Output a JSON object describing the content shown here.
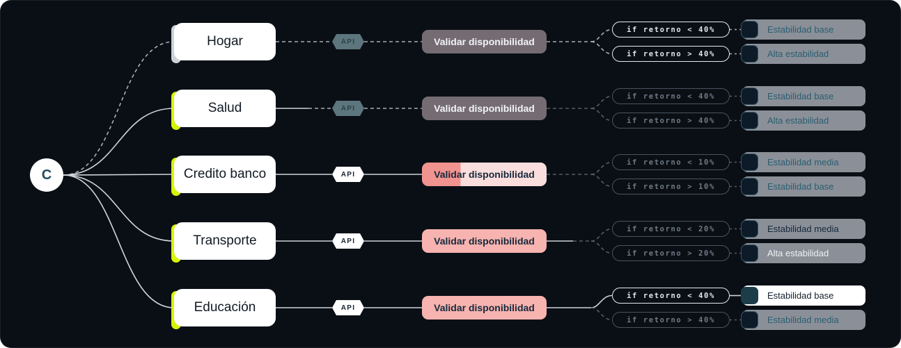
{
  "root": {
    "label": "C"
  },
  "colors": {
    "background": "#0a0f16",
    "accent_lime": "#d6f506",
    "accent_gray": "#ccd2d7",
    "pink": "#f6b3af",
    "pink_progress_fill": "#f1938e",
    "pink_progress_rest": "#fadedd",
    "gray_button": "#746c72",
    "api_muted": "#5d757d",
    "chip_gray": "#8f949c",
    "teal_text": "#2a5e71",
    "line_bright": "#cfd4da",
    "line_dim": "#525d69"
  },
  "rows": [
    {
      "category": "Hogar",
      "accent": "gray",
      "api": {
        "label": "API",
        "style": "muted"
      },
      "action": {
        "label": "Validar disponibilidad",
        "style": "muted"
      },
      "conditions": [
        {
          "text": "if retorno < 40%",
          "style": "bright"
        },
        {
          "text": "if retorno > 40%",
          "style": "bright"
        }
      ],
      "outcomes": [
        {
          "label": "Estabilidad base",
          "style": "teal"
        },
        {
          "label": "Alta estabilidad",
          "style": "teal"
        }
      ],
      "links": {
        "c_to_node": "dashed",
        "node_to_api": "dashed",
        "api_to_button": "dashed",
        "button_to_fork": "dashed",
        "fork_top": "dashed",
        "fork_bottom": "dashed",
        "cond_top": "dashed",
        "cond_bottom": "dashed"
      }
    },
    {
      "category": "Salud",
      "accent": "lime",
      "api": {
        "label": "API",
        "style": "muted"
      },
      "action": {
        "label": "Validar disponibilidad",
        "style": "muted"
      },
      "conditions": [
        {
          "text": "if retorno < 40%",
          "style": "dim"
        },
        {
          "text": "if retorno > 40%",
          "style": "dim"
        }
      ],
      "outcomes": [
        {
          "label": "Estabilidad base",
          "style": "teal"
        },
        {
          "label": "Alta estabilidad",
          "style": "teal"
        }
      ],
      "links": {
        "c_to_node": "solid",
        "node_to_api": "solid-then-dashed",
        "api_to_button": "dashed",
        "button_to_fork": "dashed-dim",
        "fork_top": "dashed-dim",
        "fork_bottom": "dashed-dim",
        "cond_top": "dashed-dim",
        "cond_bottom": "dashed-dim"
      }
    },
    {
      "category": "Credito banco",
      "accent": "lime",
      "api": {
        "label": "API",
        "style": "lit"
      },
      "action": {
        "label": "Validar disponibilidad",
        "style": "progress"
      },
      "conditions": [
        {
          "text": "if retorno < 10%",
          "style": "dim"
        },
        {
          "text": "if retorno > 10%",
          "style": "dim"
        }
      ],
      "outcomes": [
        {
          "label": "Estabilidad media",
          "style": "teal"
        },
        {
          "label": "Estabilidad base",
          "style": "teal"
        }
      ],
      "links": {
        "c_to_node": "straight",
        "node_to_api": "solid",
        "api_to_button": "solid",
        "button_to_fork": "dashed-dim",
        "fork_top": "dashed-dim",
        "fork_bottom": "dashed-dim",
        "cond_top": "dashed-dim",
        "cond_bottom": "dashed-dim"
      }
    },
    {
      "category": "Transporte",
      "accent": "lime",
      "api": {
        "label": "API",
        "style": "lit"
      },
      "action": {
        "label": "Validar disponibilidad",
        "style": "pink"
      },
      "conditions": [
        {
          "text": "if retorno < 20%",
          "style": "dim"
        },
        {
          "text": "if retorno > 20%",
          "style": "dim"
        }
      ],
      "outcomes": [
        {
          "label": "Estabilidad media",
          "style": "navy"
        },
        {
          "label": "Alta estabilidad",
          "style": "white"
        }
      ],
      "links": {
        "c_to_node": "solid",
        "node_to_api": "solid",
        "api_to_button": "solid",
        "button_to_fork": "solid-then-dashed",
        "fork_top": "dashed-dim",
        "fork_bottom": "dashed-dim",
        "cond_top": "dashed-dim",
        "cond_bottom": "dashed-dim"
      }
    },
    {
      "category": "Educación",
      "accent": "lime",
      "api": {
        "label": "API",
        "style": "lit"
      },
      "action": {
        "label": "Validar disponibilidad",
        "style": "pink"
      },
      "conditions": [
        {
          "text": "if retorno < 40%",
          "style": "bright"
        },
        {
          "text": "if retorno > 40%",
          "style": "dim"
        }
      ],
      "outcomes": [
        {
          "label": "Estabilidad base",
          "style": "active"
        },
        {
          "label": "Estabilidad media",
          "style": "teal"
        }
      ],
      "links": {
        "c_to_node": "solid",
        "node_to_api": "solid",
        "api_to_button": "solid",
        "button_to_fork": "solid",
        "fork_top": "solid",
        "fork_bottom": "dashed-dim",
        "cond_top": "solid",
        "cond_bottom": "dashed-dim"
      }
    }
  ]
}
